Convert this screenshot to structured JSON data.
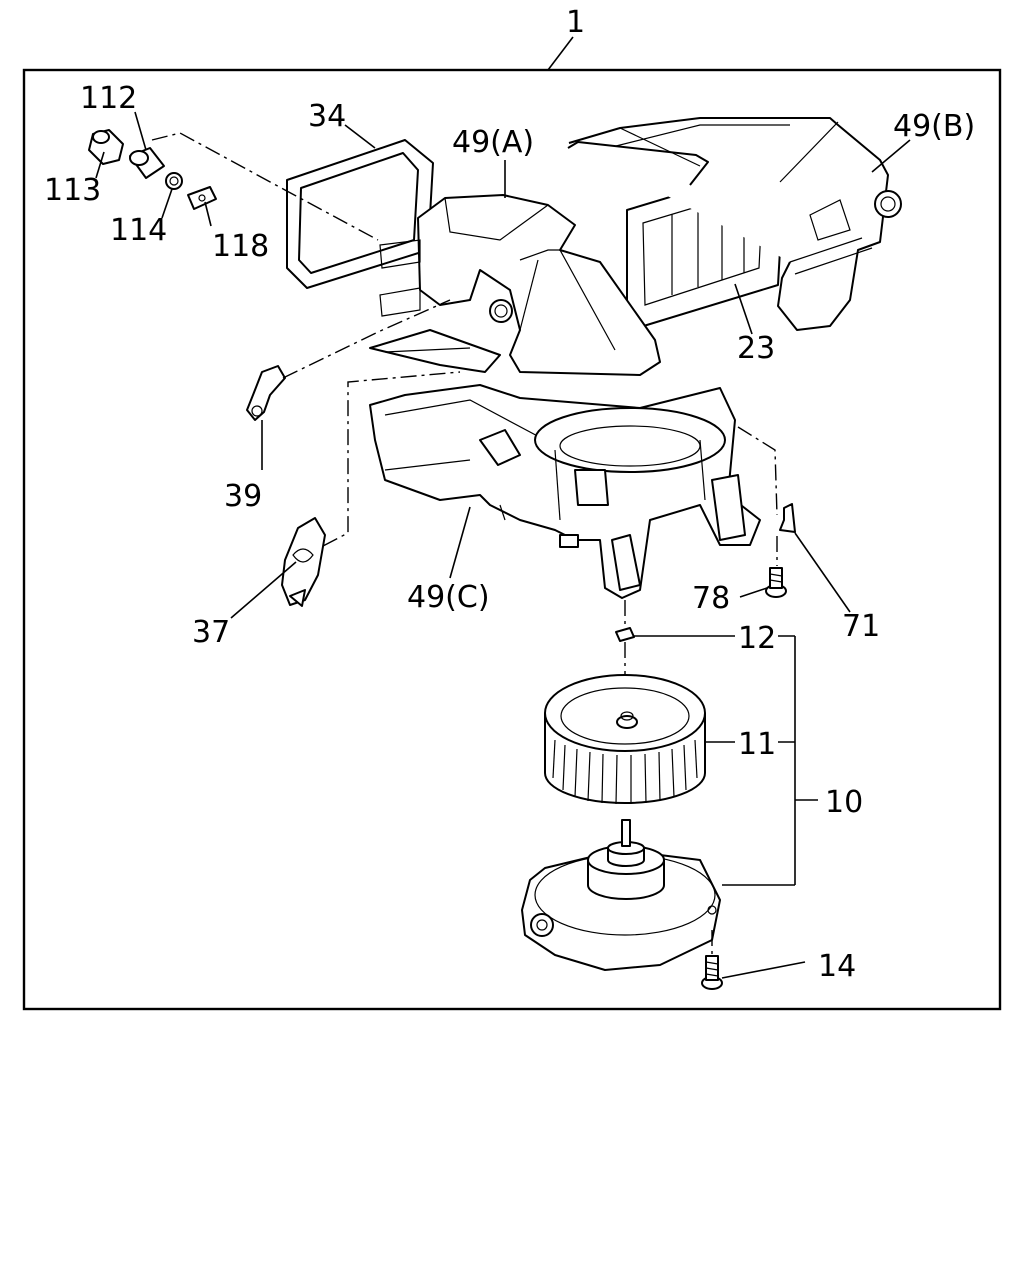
{
  "diagram": {
    "colors": {
      "line": "#000000",
      "background": "#ffffff"
    },
    "callouts": {
      "c1": "1",
      "c112": "112",
      "c113": "113",
      "c114": "114",
      "c118": "118",
      "c34": "34",
      "c49a": "49(A)",
      "c49b": "49(B)",
      "c49c": "49(C)",
      "c23": "23",
      "c39": "39",
      "c37": "37",
      "c78": "78",
      "c71": "71",
      "c12": "12",
      "c11": "11",
      "c10": "10",
      "c14": "14"
    }
  }
}
